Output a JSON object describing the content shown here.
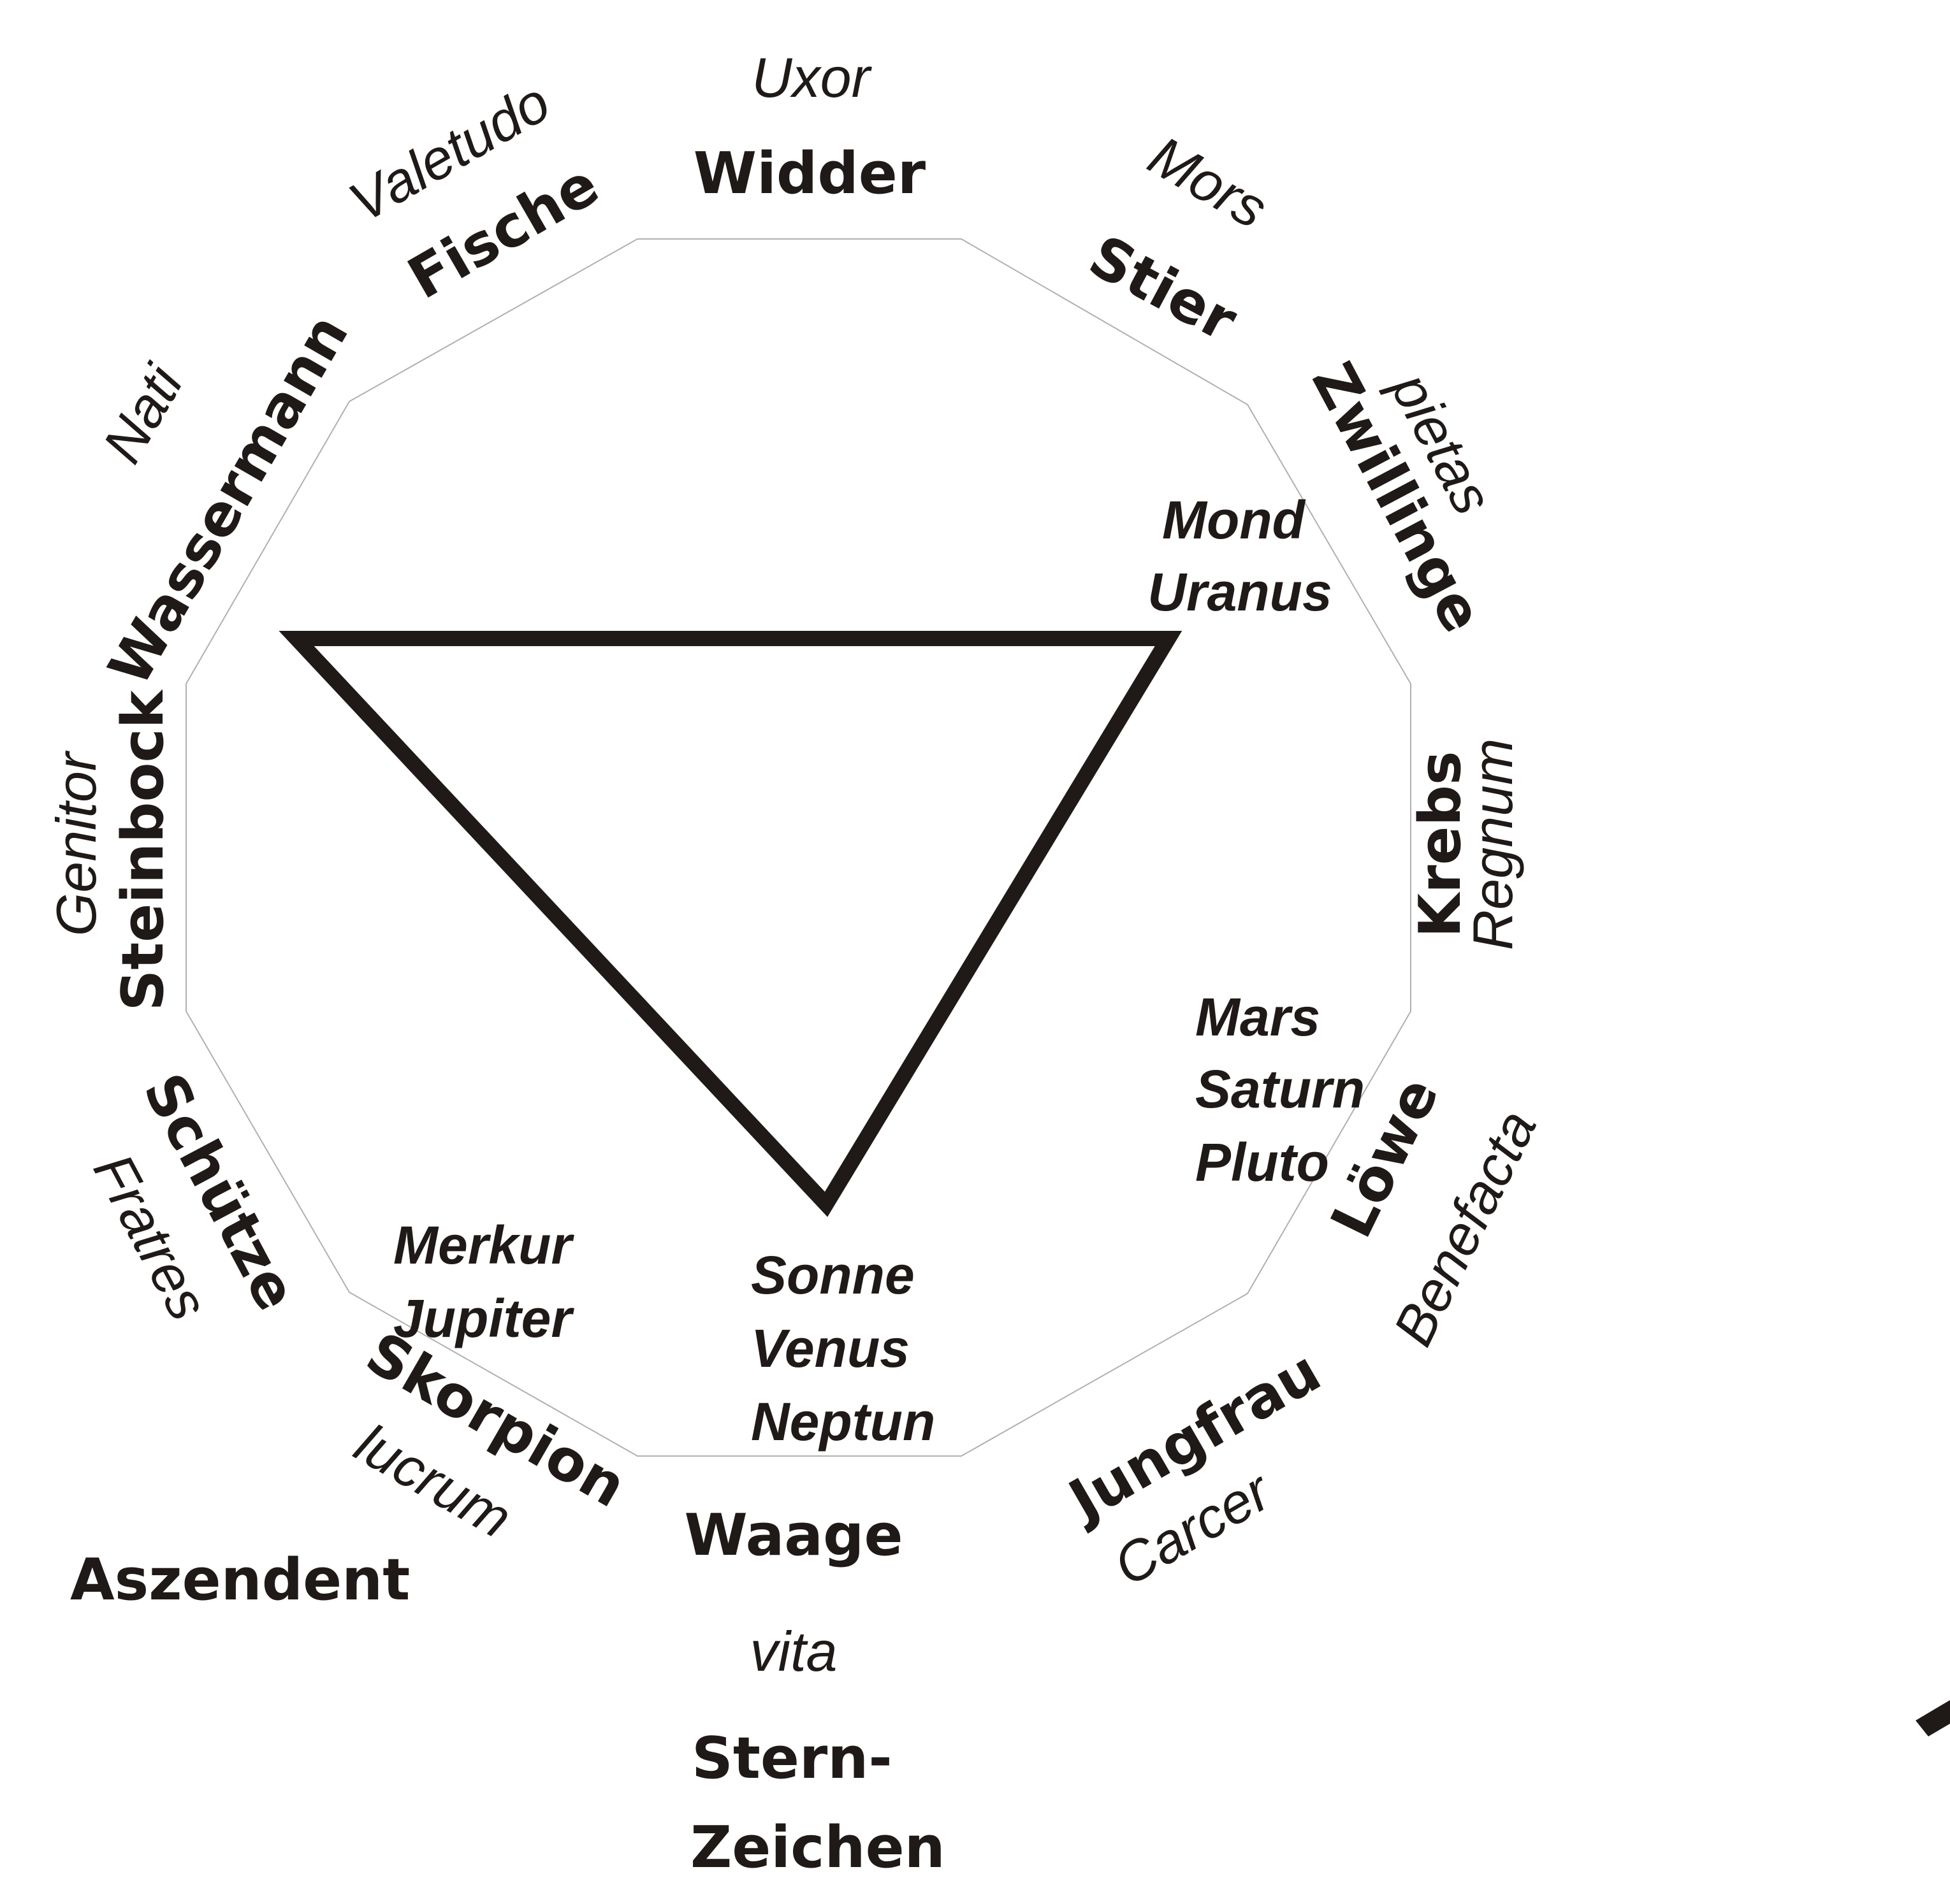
{
  "colors": {
    "ink": "#1f1a17",
    "polygon": "#b0b0b0",
    "background": "#ffffff"
  },
  "signs": {
    "widder": "Widder",
    "stier": "Stier",
    "zwillinge": "Zwillinge",
    "krebs": "Krebs",
    "loewe": "Löwe",
    "jungfrau": "Jungfrau",
    "waage": "Waage",
    "skorpion": "Skorpion",
    "schuetze": "Schütze",
    "steinbock": "Steinbock",
    "wassermann": "Wassermann",
    "fische": "Fische"
  },
  "houses": {
    "uxor": "Uxor",
    "mors": "Mors",
    "pietas": "pietas",
    "regnum": "Regnum",
    "benefacta": "Benefacta",
    "carcer": "Carcer",
    "vita": "vita",
    "lucrum": "lucrum",
    "fratres": "Fratres",
    "genitor": "Genitor",
    "nati": "Nati",
    "valetudo": "Valetudo"
  },
  "planet_groups": {
    "mond_uranus": [
      "Mond",
      "Uranus"
    ],
    "mars_saturn_pluto": [
      "Mars",
      "Saturn",
      "Pluto"
    ],
    "sonne_venus_neptun": [
      "Sonne",
      "Venus",
      "Neptun"
    ],
    "merkur_jupiter": [
      "Merkur",
      "Jupiter"
    ]
  },
  "captions": {
    "aszendent": "Aszendent",
    "sternzeichen_line1": "Stern-",
    "sternzeichen_line2": "Zeichen"
  }
}
